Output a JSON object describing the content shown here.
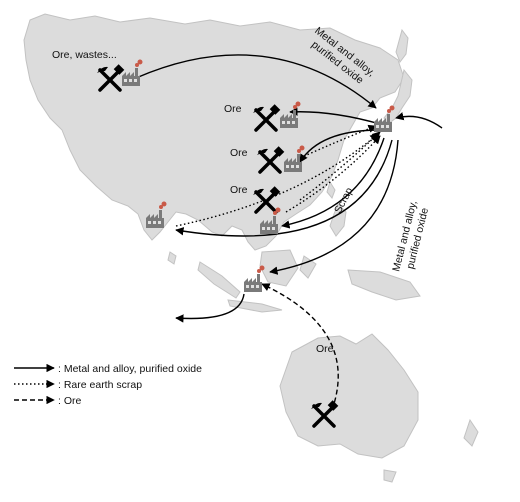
{
  "labels": {
    "ore_wastes": "Ore, wastes...",
    "ore_1": "Ore",
    "ore_2": "Ore",
    "ore_3": "Ore",
    "ore_aus": "Ore",
    "scrap": "Scrap",
    "metal_top_1": "Metal and alloy,",
    "metal_top_2": "purified oxide",
    "metal_right_1": "Metal and alloy,",
    "metal_right_2": "purified oxide"
  },
  "legend": {
    "solid": ": Metal and alloy, purified oxide",
    "dotted": ": Rare earth scrap",
    "dashed": ": Ore"
  },
  "icons": {
    "mine": "hammer-pick-icon",
    "factory": "factory-icon"
  },
  "colors": {
    "land": "#dcdcdc",
    "land_stroke": "#c2c2c2",
    "arrow": "#000000",
    "factory_red": "#b44a3a",
    "factory_grey": "#555555"
  }
}
